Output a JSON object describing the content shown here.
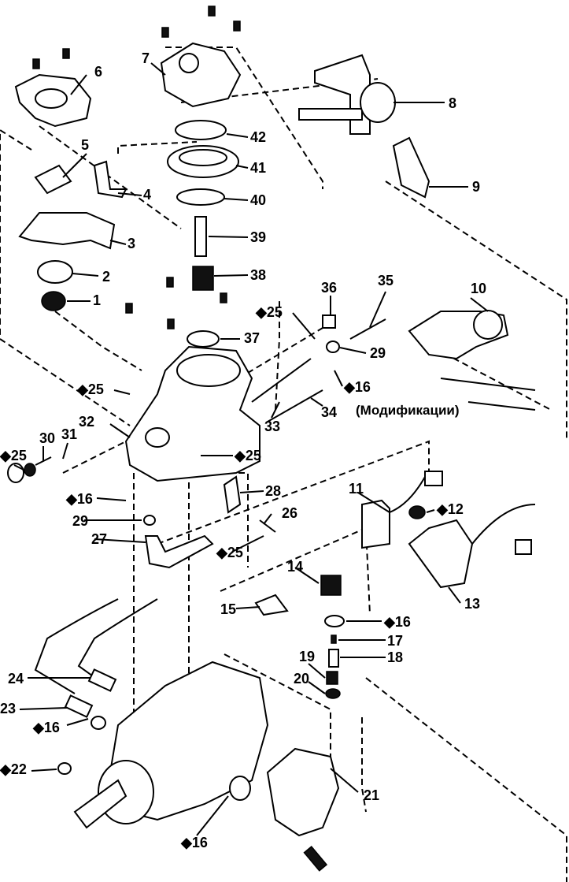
{
  "diagram": {
    "type": "exploded-parts-view",
    "callouts": [
      "6",
      "7",
      "8",
      "9",
      "5",
      "4",
      "3",
      "2",
      "1",
      "42",
      "41",
      "40",
      "39",
      "38",
      "37",
      "◆25",
      "36",
      "35",
      "10",
      "29",
      "◆16",
      "◆25",
      "33",
      "34",
      "32",
      "◆25",
      "30",
      "31",
      "◆25",
      "11",
      "◆12",
      "◆16",
      "29",
      "28",
      "26",
      "27",
      "◆25",
      "14",
      "13",
      "15",
      "◆16",
      "17",
      "19",
      "18",
      "20",
      "24",
      "23",
      "◆16",
      "◆22",
      "21",
      "◆16"
    ],
    "note": "(Модификации)"
  }
}
